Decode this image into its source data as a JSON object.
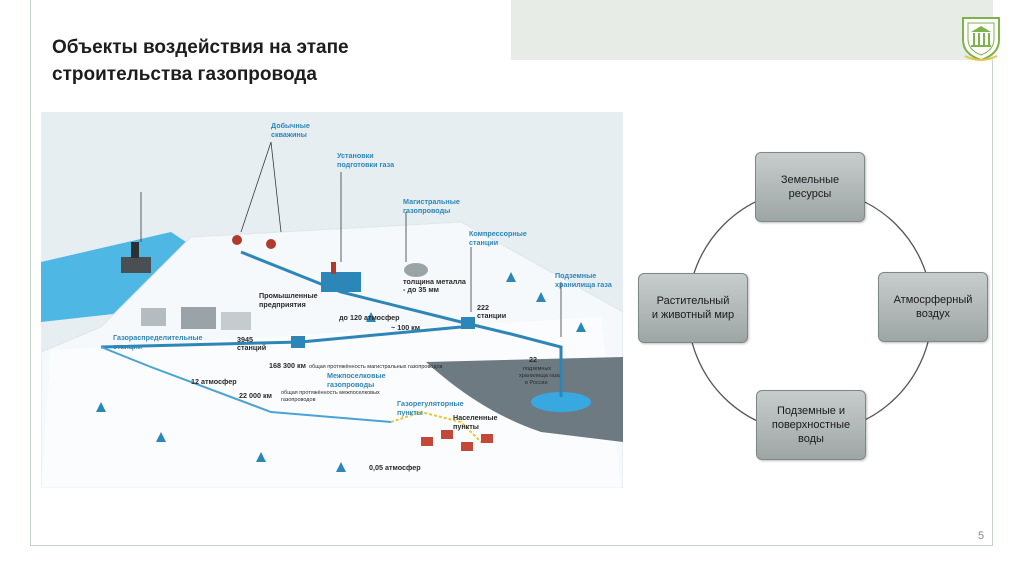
{
  "title": {
    "line1": "Объекты воздействия на этапе",
    "line2": "строительства газопровода"
  },
  "page_number": "5",
  "infographic": {
    "labels": {
      "wells": [
        "Добычные",
        "скважины"
      ],
      "gas_prep": [
        "Установки",
        "подготовки газа"
      ],
      "trunk": [
        "Магистральные",
        "газопроводы"
      ],
      "compressor": [
        "Компрессорные",
        "станции"
      ],
      "underground": [
        "Подземные",
        "хранилища газа"
      ],
      "industrial": [
        "Промышленные",
        "предприятия"
      ],
      "pressure120": "до 120 атмосфер",
      "pipe_note": [
        "толщина металла",
        "- до 35 мм"
      ],
      "km100": "~ 100 км",
      "st222": [
        "222",
        "станции"
      ],
      "distribution": [
        "Газораспределительные",
        "станции"
      ],
      "st3945": [
        "3945",
        "станций"
      ],
      "length168": "168 300 км",
      "length168_note": "общая протяжённость магистральных газопроводов",
      "atm12": "12 атмосфер",
      "length22": "22 000 км",
      "length22_note": [
        "общая протяжённость межпоселковых",
        "газопроводов"
      ],
      "intersettlement": [
        "Межпоселковые",
        "газопроводы"
      ],
      "storage22": [
        "22",
        "подземных",
        "хранилища газа",
        "в России"
      ],
      "regulator": [
        "Газорегуляторные",
        "пункты"
      ],
      "settlements": [
        "Населенные",
        "пункты"
      ],
      "atm005": "0,05 атмосфер"
    }
  },
  "cycle": {
    "nodes": {
      "top": [
        "Земельные",
        "ресурсы"
      ],
      "right": [
        "Атмосрферный",
        "воздух"
      ],
      "bottom": [
        "Подземные и",
        "поверхностные",
        "воды"
      ],
      "left": [
        "Растительный",
        "и животный мир"
      ]
    }
  },
  "colors": {
    "accent_blue": "#2d86b8",
    "node_fill": "#b4bbba",
    "frame": "#c9d3c9",
    "header_band": "#e7ece6",
    "logo_green": "#7fb24a"
  }
}
